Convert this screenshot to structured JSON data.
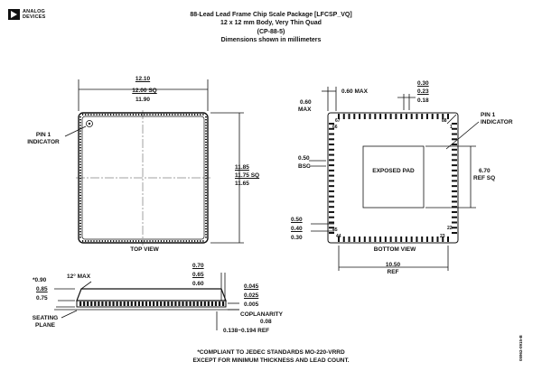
{
  "logo": {
    "line1": "ANALOG",
    "line2": "DEVICES"
  },
  "header": {
    "title": "88-Lead Lead Frame Chip Scale Package [LFCSP_VQ]",
    "subtitle": "12 x 12 mm Body, Very Thin Quad",
    "code": "(CP-88-5)",
    "units": "Dimensions shown in millimeters"
  },
  "top_view": {
    "width_max": "12.10",
    "width_nom": "12.00 SQ",
    "width_min": "11.90",
    "height_max": "11.85",
    "height_nom": "11.75 SQ",
    "height_min": "11.65",
    "pin1_label_1": "PIN 1",
    "pin1_label_2": "INDICATOR",
    "caption": "TOP VIEW"
  },
  "bottom_view": {
    "max_label_1": "0.60",
    "max_label_2": "MAX",
    "max_top": "0.60 MAX",
    "lead_w_max": "0.30",
    "lead_w_nom": "0.23",
    "lead_w_min": "0.18",
    "pin1_label_1": "PIN 1",
    "pin1_label_2": "INDICATOR",
    "pitch_1": "0.50",
    "pitch_2": "BSC",
    "pad_label": "EXPOSED PAD",
    "pad_size_1": "6.70",
    "pad_size_2": "REF SQ",
    "lead_l_max": "0.50",
    "lead_l_nom": "0.40",
    "lead_l_min": "0.30",
    "pin_67": "67",
    "pin_66": "66",
    "pin_88": "88",
    "pin_1": "1",
    "pin_45": "45",
    "pin_44": "44",
    "pin_23": "23",
    "pin_22": "22",
    "caption": "BOTTOM VIEW",
    "ref_1": "10.50",
    "ref_2": "REF"
  },
  "side_view": {
    "h_max": "*0.90",
    "h_nom": "0.85",
    "h_min": "0.75",
    "angle": "12° MAX",
    "t_max": "0.70",
    "t_nom": "0.65",
    "t_min": "0.60",
    "a_max": "0.045",
    "a_nom": "0.025",
    "a_min": "0.005",
    "cop_1": "COPLANARITY",
    "cop_2": "0.08",
    "seating_1": "SEATING",
    "seating_2": "PLANE",
    "range": "0.138~0.194 REF"
  },
  "footnote": {
    "line1": "*COMPLIANT TO JEDEC STANDARDS MO-220-VRRD",
    "line2": "EXCEPT FOR MINIMUM THICKNESS AND LEAD COUNT."
  },
  "doc_id": "05962-0915-B"
}
